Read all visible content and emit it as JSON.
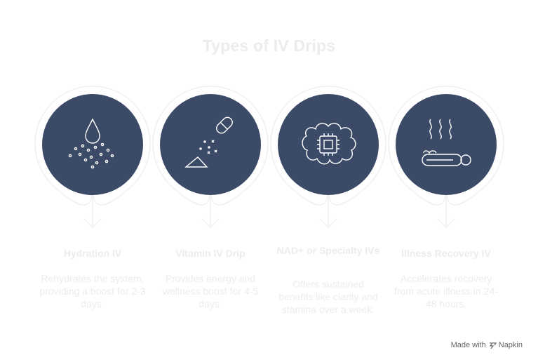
{
  "title": "Types of IV Drips",
  "colors": {
    "circle_fill": "#3b4a66",
    "ring": "#f0f0f0",
    "icon_stroke": "#ffffff",
    "faint_text": "#ececec"
  },
  "items": [
    {
      "label": "Hydration IV",
      "description": "Rehydrates the system, providing a boost for 2-3 days.",
      "icon": "water-drop-icon"
    },
    {
      "label": "Vitamin IV Drip",
      "description": "Provides energy and wellness boost for 4-5 days.",
      "icon": "capsule-powder-icon"
    },
    {
      "label": "NAD+ or Specialty IVs",
      "description": "Offers sustained benefits like clarity and stamina over a week.",
      "icon": "brain-chip-icon"
    },
    {
      "label": "Illness Recovery IV",
      "description": "Accelerates recovery from acute illness in 24-48 hours.",
      "icon": "sick-person-icon"
    }
  ],
  "credit": {
    "prefix": "Made with",
    "brand": "Napkin"
  }
}
